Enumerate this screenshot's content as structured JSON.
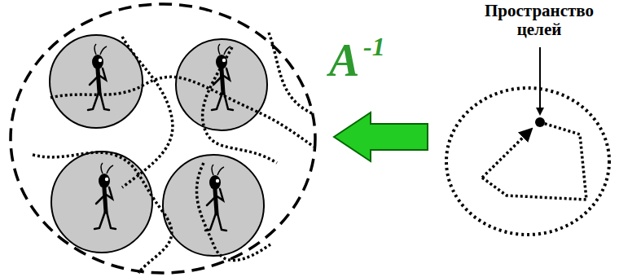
{
  "diagram": {
    "labels": [
      "A",
      "-1",
      "Пространство целей"
    ]
  }
}
